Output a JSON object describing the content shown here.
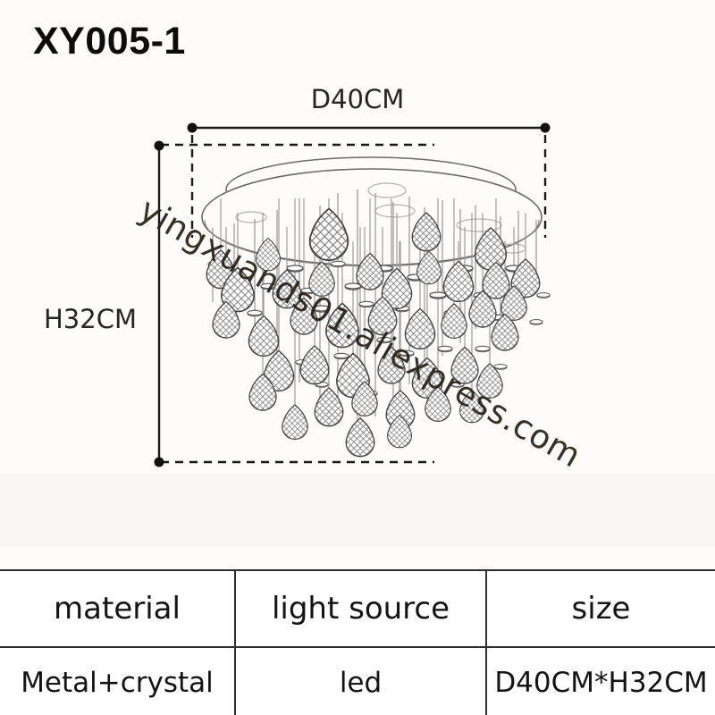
{
  "product": {
    "code": "XY005-1"
  },
  "dimensions": {
    "diameter_label": "D40CM",
    "height_label": "H32CM"
  },
  "watermark": {
    "text": "yingxuands01.aliexpress.com"
  },
  "spec_table": {
    "columns": [
      {
        "header": "material",
        "value": "Metal+crystal"
      },
      {
        "header": "light source",
        "value": "led"
      },
      {
        "header": "size",
        "value": "D40CM*H32CM"
      }
    ]
  },
  "colors": {
    "dimension_line": "#1a1a1a",
    "drawing_line": "#3f3f3f",
    "watermark_text": "#2a2115",
    "table_border": "#2e2e2e"
  }
}
